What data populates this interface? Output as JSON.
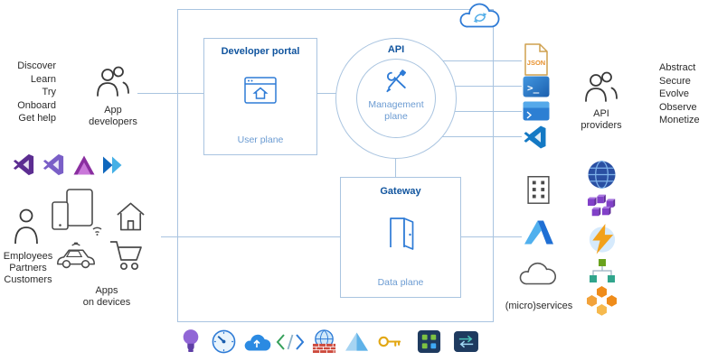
{
  "colors": {
    "accent": "#10549e",
    "plane": "#6b9bd2",
    "line": "#a9c4e0",
    "icon-blue": "#2e7bd6",
    "text": "#2b2b2b"
  },
  "left": {
    "developer_actions": [
      "Discover",
      "Learn",
      "Try",
      "Onboard",
      "Get help"
    ],
    "app_developers": [
      "App",
      "developers"
    ],
    "audience": [
      "Employees",
      "Partners",
      "Customers"
    ],
    "apps_on_devices": [
      "Apps",
      "on devices"
    ]
  },
  "diagram": {
    "developer_portal": {
      "title": "Developer portal",
      "plane": "User plane"
    },
    "api": {
      "title": "API",
      "plane": [
        "Management",
        "plane"
      ]
    },
    "gateway": {
      "title": "Gateway",
      "plane": "Data plane"
    }
  },
  "right": {
    "json_label": "JSON",
    "terminal_prompt": ">_",
    "api_providers": [
      "API",
      "providers"
    ],
    "provider_actions": [
      "Abstract",
      "Secure",
      "Evolve",
      "Observe",
      "Monetize"
    ],
    "microservices_label": "(micro)services"
  },
  "icons": {
    "top": [
      "cloud-icon"
    ],
    "center": [
      "browser-home-icon",
      "tools-icon",
      "door-icon"
    ],
    "left": [
      "app-developers-icon",
      "visual-studio-icon",
      "visual-studio-code-icon",
      "power-apps-icon",
      "power-automate-icon",
      "person-icon",
      "devices-icon",
      "house-icon",
      "connected-car-icon",
      "shopping-cart-icon"
    ],
    "right": [
      "json-file-icon",
      "powershell-icon",
      "azure-cli-icon",
      "vscode-icon",
      "api-providers-icon",
      "building-icon",
      "globe-icon",
      "cubes-icon",
      "azure-icon",
      "functions-icon",
      "cloud-outline-icon",
      "service-tree-icon",
      "hexagon-cluster-icon"
    ],
    "bottom": [
      "lightbulb-icon",
      "gauge-icon",
      "cloud-upload-icon",
      "code-brackets-icon",
      "firewall-globe-icon",
      "prism-icon",
      "key-icon",
      "panel-grid-icon",
      "data-exchange-icon"
    ]
  }
}
